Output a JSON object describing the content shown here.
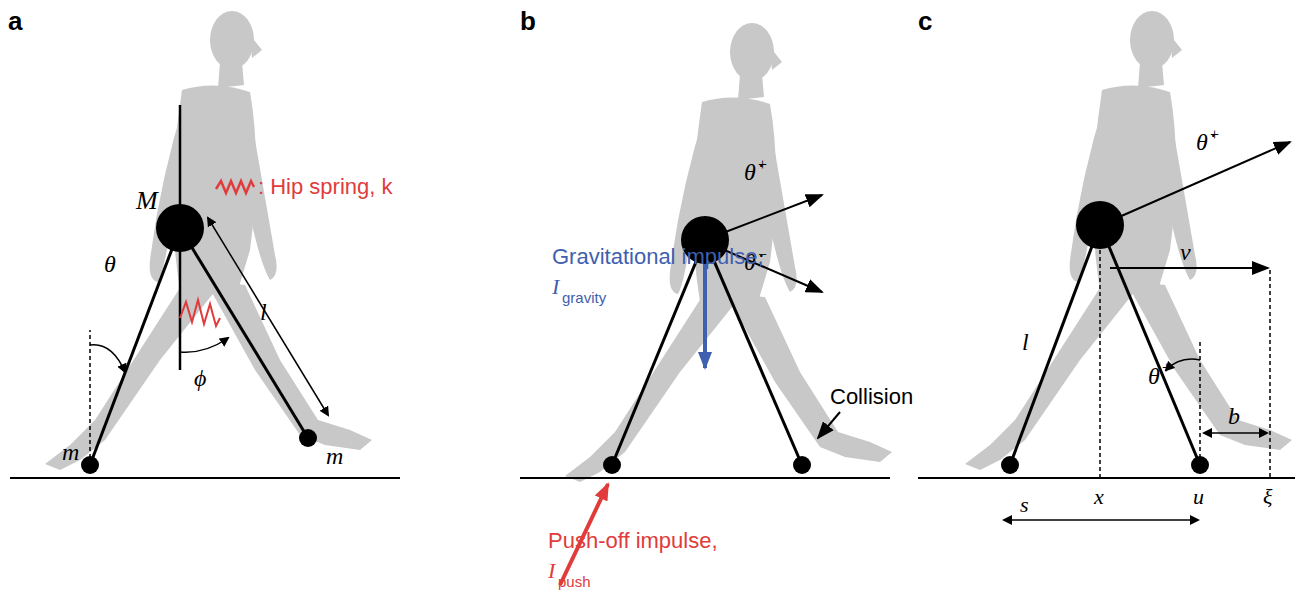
{
  "diagram": {
    "labels": [
      "a",
      "M",
      "θ",
      "ϕ",
      "l",
      "m",
      "m",
      "b",
      "θ̇",
      "+",
      "θ̇",
      "−",
      "Gravitational impulse,",
      "I",
      "gravity",
      "Collision",
      "Push-off impulse,",
      "I",
      "push",
      "c",
      "θ̇",
      "+",
      "v",
      "l",
      "θ",
      "+",
      "b",
      "x",
      "u",
      "ξ",
      "s"
    ],
    "legend": [
      {
        "text": ": Hip spring, k"
      }
    ]
  }
}
